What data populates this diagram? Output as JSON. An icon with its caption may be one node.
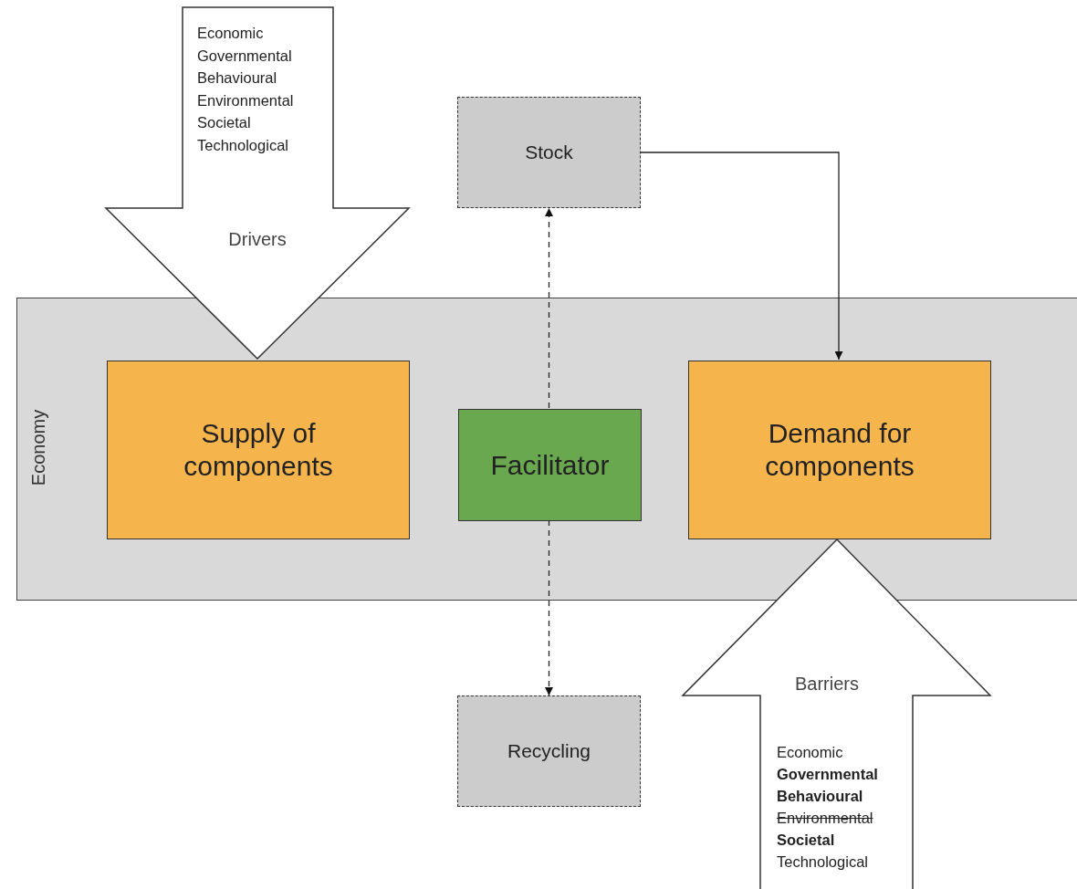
{
  "diagram": {
    "nodes": [
      {
        "text": [
          "Economy"
        ]
      },
      {
        "text": [
          "Supply of components"
        ],
        "in": 0
      },
      {
        "text": [
          "Facilitator"
        ],
        "in": 0
      },
      {
        "text": [
          "Demand for components"
        ],
        "in": 0
      },
      {
        "text": [
          "Stock"
        ]
      },
      {
        "text": [
          "Recycling"
        ]
      },
      {
        "text": [
          "Economic",
          "Governmental",
          "Behavioural",
          "Environmental",
          "Societal",
          "Technological",
          "Drivers"
        ]
      },
      {
        "text": [
          "Barriers",
          "Economic",
          "Governmental",
          "Behavioural",
          "Environmental",
          "Societal",
          "Technological"
        ]
      }
    ],
    "edges": [
      {
        "from": 4,
        "to": 3,
        "arrow": "to"
      },
      {
        "from": 2,
        "to": 4,
        "arrow": "to",
        "style": "dashed"
      },
      {
        "from": 2,
        "to": 5,
        "arrow": "to",
        "style": "dashed"
      }
    ]
  }
}
